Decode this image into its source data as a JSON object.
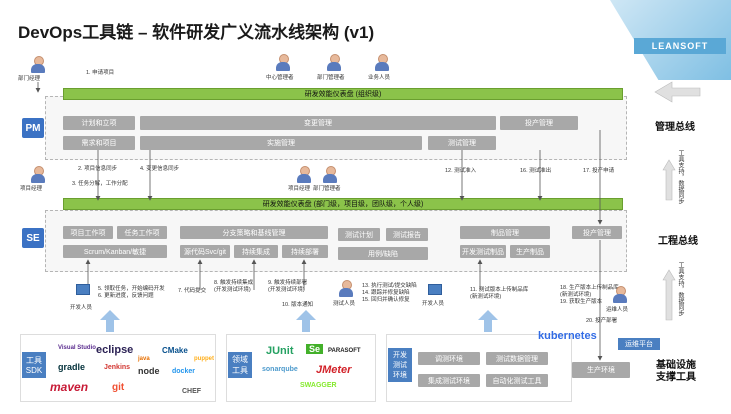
{
  "title": "DevOps工具链 – 软件研发广义流水线架构 (v1)",
  "brand": "LEANSOFT",
  "roles_top": [
    "部门经理",
    "中心管理者",
    "部门管理者",
    "业务人员"
  ],
  "roles_mid": [
    "项目经理",
    "项目经理",
    "部门管理者"
  ],
  "roles_low": [
    "开发人员",
    "测试人员",
    "开发人员",
    "运维人员"
  ],
  "pm": {
    "badge": "PM",
    "dashboard": "研发效能仪表盘 (组织级)",
    "boxes": [
      "计划和立项",
      "需求和项目",
      "变更管理",
      "实施管理",
      "测试管理",
      "投产管理"
    ]
  },
  "se": {
    "badge": "SE",
    "dashboard": "研发效能仪表盘 (部门级，项目级，团队级，个人级)",
    "boxes": [
      "项目工作项",
      "任务工作项",
      "Scrum/Kanban/敏捷",
      "分支策略和基线管理",
      "源代码Svc/git",
      "持续集成",
      "持续部署",
      "测试计划",
      "测试报告",
      "用例/缺陷",
      "制品管理",
      "开发测试制品",
      "生产制品",
      "投产管理",
      "生产环境",
      "运维平台"
    ]
  },
  "steps": {
    "s1": "1. 申请项目",
    "s2": "2. 项目信息同步",
    "s3": "3. 任务分解，工作分配",
    "s4": "4. 变更信息同步",
    "s5": "5. 领取任务，开始编码开发\n6. 更新进度，反馈问题",
    "s7": "7. 代码提交",
    "s8": "8. 触发持续集成\n(开发测试环境)",
    "s9": "9. 触发持续部署\n(开发测试环境)",
    "s10": "10. 版本通知",
    "s11": "11. 测试版本上传制品库\n(新测试环境)",
    "s12": "12. 测试准入",
    "s13": "13. 执行测试/提交缺陷\n14. 跟踪并修复缺陷\n15. 回归并确认修复",
    "s16": "16. 测试准出",
    "s17": "17. 投产申请",
    "s18": "18. 生产版本上传制品库\n(新测试环境)\n19. 获取生产版本",
    "s20": "20. 投产部署"
  },
  "right_labels": {
    "mgmt_bus": "管理总线",
    "eng_bus": "工程总线",
    "infra": "基础设施\n支撑工具",
    "support1": "工具支持，数据同步",
    "support2": "工具支持，数据同步"
  },
  "bottom": {
    "sdk_badge": "工具\nSDK",
    "domain_badge": "领域\n工具",
    "env_badge": "开发\n测试\n环境",
    "sdk_tools": [
      "Visual Studio",
      "eclipse",
      "CMake",
      "gradle",
      "Jenkins",
      "node",
      "docker",
      "puppet",
      "maven",
      "git",
      "CHEF",
      "java"
    ],
    "domain_tools": [
      "JUnit",
      "Se",
      "PARASOFT",
      "sonarqube",
      "JMeter",
      "SWAGGER"
    ],
    "env_boxes": [
      "调测环境",
      "测试数据管理",
      "集成测试环境",
      "自动化测试工具"
    ],
    "k8s": "kubernetes"
  },
  "colors": {
    "accent": "#3b72c4",
    "green": "#8bc34a",
    "grey": "#a8a8a8"
  }
}
